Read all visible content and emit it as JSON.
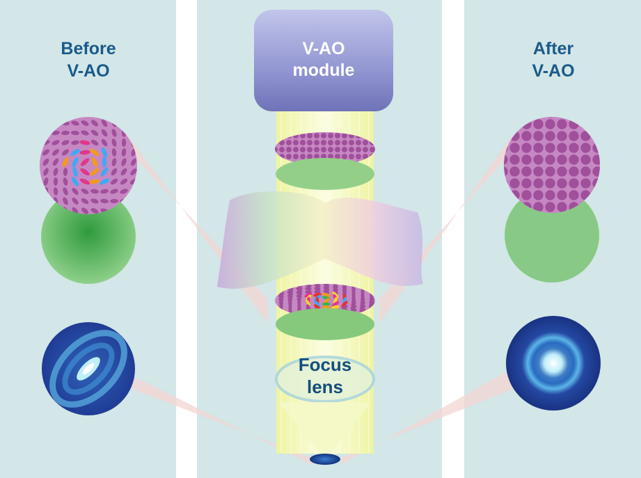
{
  "labels": {
    "before_line1": "Before",
    "before_line2": "V-AO",
    "after_line1": "After",
    "after_line2": "V-AO",
    "module_line1": "V-AO",
    "module_line2": "module",
    "focus_line1": "Focus",
    "focus_line2": "lens"
  },
  "colors": {
    "panel_bg": "#d3e6e8",
    "label_blue": "#1a5a8a",
    "module_fill": "#8d92cf",
    "beam_yellow": "#f2f7b4",
    "pupil_green": "#6cc06a",
    "pattern_purple": "#a0509a",
    "psf_blue": "#23409a"
  },
  "icons": {
    "before_pattern": "distorted-wavefront-pattern-icon",
    "after_pattern": "corrected-wavefront-pattern-icon",
    "before_psf": "aberrated-focal-spot-icon",
    "after_psf": "corrected-focal-spot-icon",
    "tissue": "scattering-tissue-icon",
    "focal_spot": "focal-spot-icon"
  }
}
